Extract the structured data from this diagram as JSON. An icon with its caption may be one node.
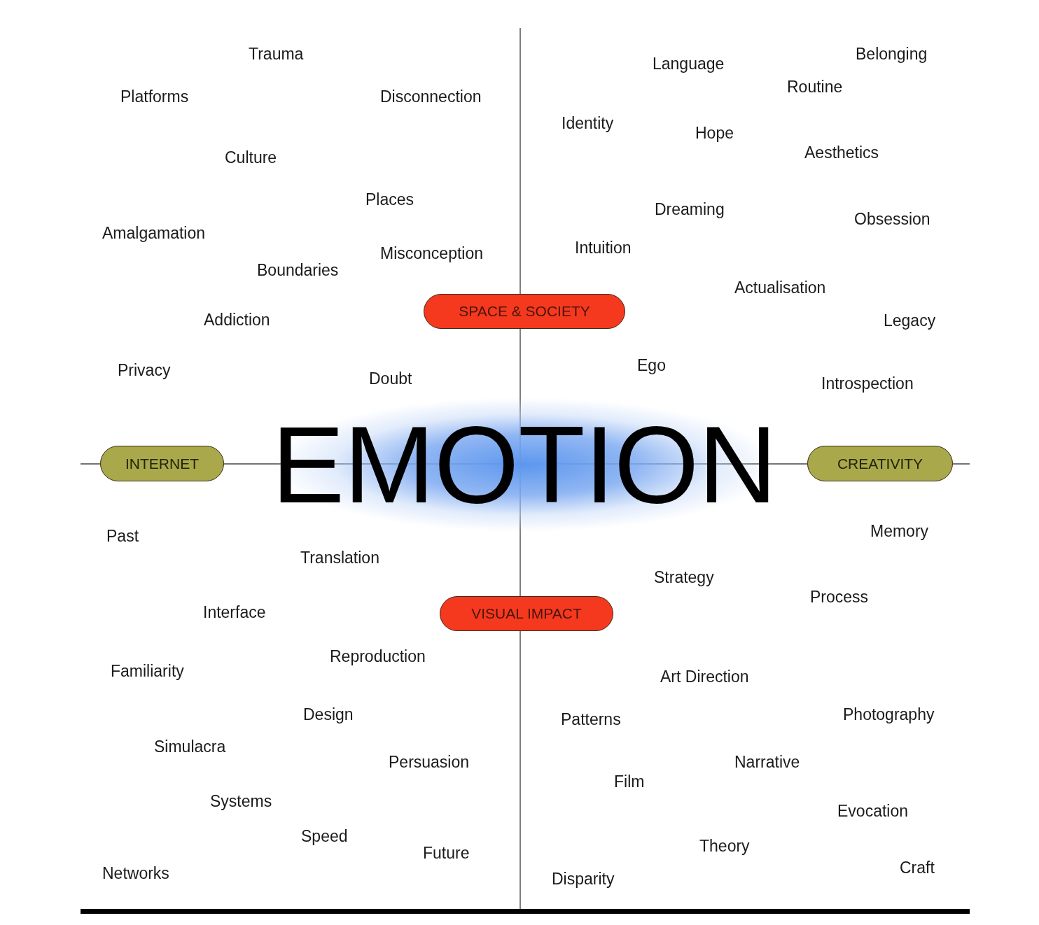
{
  "diagram": {
    "nodes": [
      {
        "text": [
          "SPACE & SOCIETY"
        ]
      },
      {
        "text": [
          "INTERNET"
        ]
      },
      {
        "text": [
          "CREATIVITY"
        ]
      },
      {
        "text": [
          "VISUAL IMPACT"
        ]
      }
    ],
    "labels": [
      "Trauma",
      "Belonging",
      "Language",
      "Routine",
      "Platforms",
      "Disconnection",
      "Identity",
      "Hope",
      "Aesthetics",
      "Culture",
      "Places",
      "Dreaming",
      "Obsession",
      "Amalgamation",
      "Intuition",
      "Misconception",
      "Boundaries",
      "Actualisation",
      "Addiction",
      "Legacy",
      "Ego",
      "Privacy",
      "Doubt",
      "Introspection",
      "EMOTION",
      "Memory",
      "Past",
      "Translation",
      "Strategy",
      "Process",
      "Interface",
      "Reproduction",
      "Familiarity",
      "Art Direction",
      "Design",
      "Photography",
      "Patterns",
      "Simulacra",
      "Persuasion",
      "Narrative",
      "Film",
      "Systems",
      "Evocation",
      "Speed",
      "Theory",
      "Future",
      "Craft",
      "Networks",
      "Disparity"
    ]
  }
}
